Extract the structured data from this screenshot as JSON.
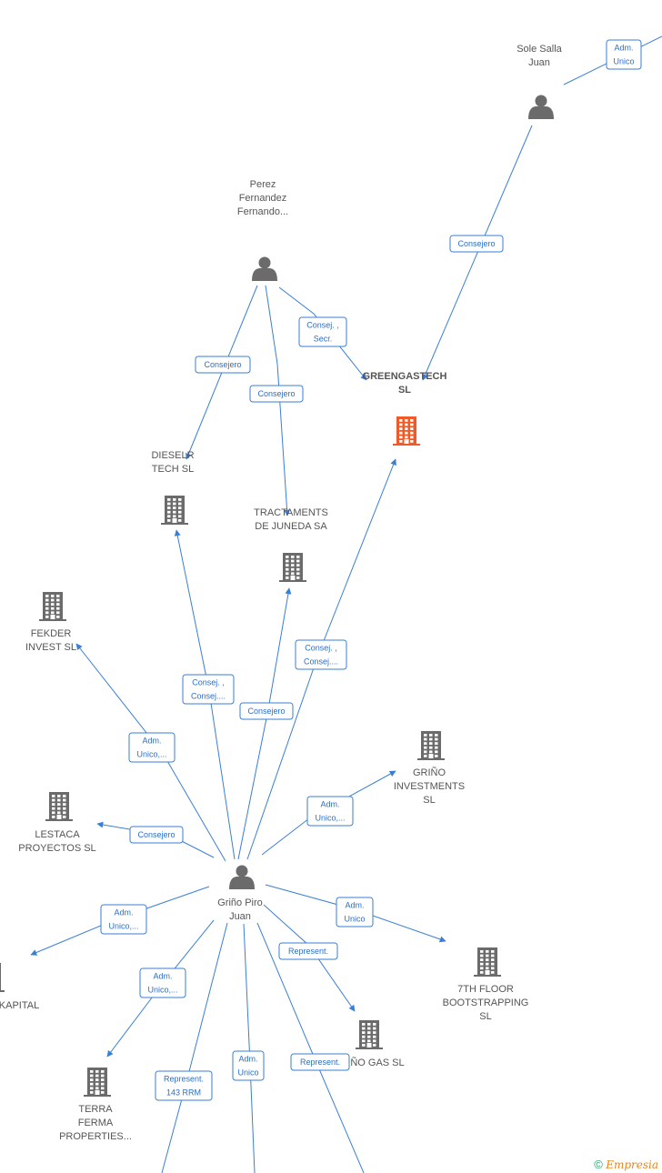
{
  "colors": {
    "edge": "#3a7fd5",
    "company": "#6b6b6b",
    "company_main": "#f05a28",
    "person": "#6b6b6b"
  },
  "nodes": [
    {
      "id": "sole",
      "type": "person",
      "lines": [
        "Sole Salla",
        "Juan"
      ]
    },
    {
      "id": "perez",
      "type": "person",
      "lines": [
        "Perez",
        "Fernandez",
        "Fernando..."
      ]
    },
    {
      "id": "greengas",
      "type": "company-main",
      "lines": [
        "GREENGASTECH",
        "SL"
      ]
    },
    {
      "id": "dieselr",
      "type": "company",
      "lines": [
        "DIESELR",
        "TECH  SL"
      ]
    },
    {
      "id": "tractaments",
      "type": "company",
      "lines": [
        "TRACTAMENTS",
        "DE JUNEDA SA"
      ]
    },
    {
      "id": "fekder",
      "type": "company",
      "lines": [
        "FEKDER",
        "INVEST  SL"
      ]
    },
    {
      "id": "grino_inv",
      "type": "company",
      "lines": [
        "GRIÑO",
        "INVESTMENTS",
        "SL"
      ]
    },
    {
      "id": "lestaca",
      "type": "company",
      "lines": [
        "LESTACA",
        "PROYECTOS  SL"
      ]
    },
    {
      "id": "grino",
      "type": "person",
      "lines": [
        "Griño Piro",
        "Juan"
      ]
    },
    {
      "id": "kapital",
      "type": "company",
      "lines": [
        "KAPITAL"
      ]
    },
    {
      "id": "floor7",
      "type": "company",
      "lines": [
        "7TH FLOOR",
        "BOOTSTRAPPING",
        "SL"
      ]
    },
    {
      "id": "gas",
      "type": "company",
      "lines": [
        "ÑO GAS  SL"
      ]
    },
    {
      "id": "terra",
      "type": "company",
      "lines": [
        "TERRA",
        "FERMA",
        "PROPERTIES..."
      ]
    }
  ],
  "edges": [
    {
      "lines": [
        "Adm.",
        "Unico"
      ]
    },
    {
      "lines": [
        "Consejero"
      ]
    },
    {
      "lines": [
        "Consej. ,",
        "Secr."
      ]
    },
    {
      "lines": [
        "Consejero"
      ]
    },
    {
      "lines": [
        "Consejero"
      ]
    },
    {
      "lines": [
        "Consej. ,",
        "Consej...."
      ]
    },
    {
      "lines": [
        "Consej. ,",
        "Consej...."
      ]
    },
    {
      "lines": [
        "Consejero"
      ]
    },
    {
      "lines": [
        "Adm.",
        "Unico,..."
      ]
    },
    {
      "lines": [
        "Adm.",
        "Unico,..."
      ]
    },
    {
      "lines": [
        "Consejero"
      ]
    },
    {
      "lines": [
        "Adm.",
        "Unico,..."
      ]
    },
    {
      "lines": [
        "Adm.",
        "Unico"
      ]
    },
    {
      "lines": [
        "Represent."
      ]
    },
    {
      "lines": [
        "Adm.",
        "Unico,..."
      ]
    },
    {
      "lines": [
        "Represent.",
        "143 RRM"
      ]
    },
    {
      "lines": [
        "Adm.",
        "Unico"
      ]
    },
    {
      "lines": [
        "Represent."
      ]
    }
  ],
  "footer": {
    "copyright": "©",
    "brand": "Empresia"
  }
}
